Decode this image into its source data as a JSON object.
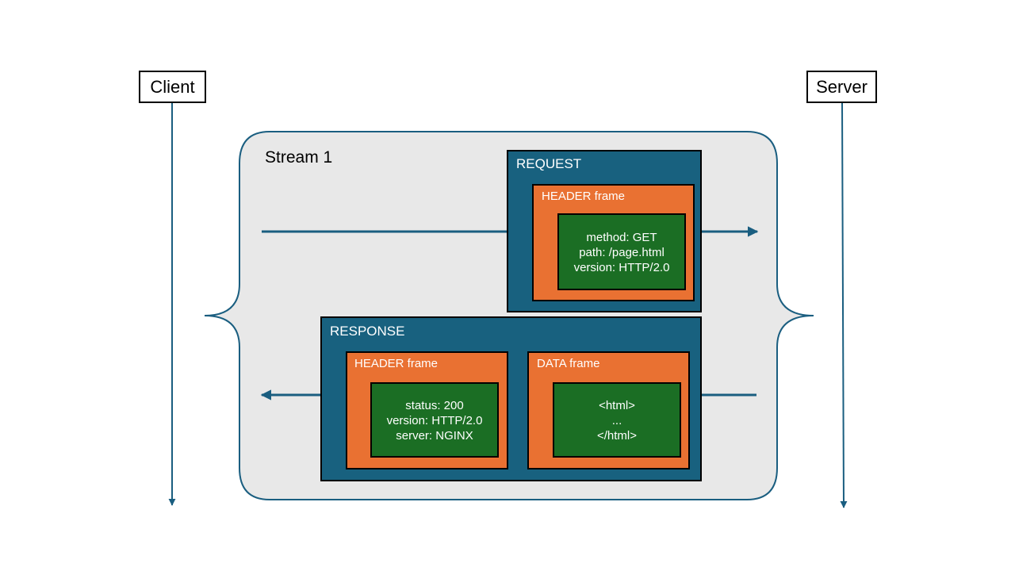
{
  "actors": {
    "client": "Client",
    "server": "Server"
  },
  "stream": {
    "label": "Stream 1"
  },
  "request": {
    "title": "REQUEST",
    "header_frame": {
      "title": "HEADER frame",
      "lines": [
        "method: GET",
        "path: /page.html",
        "version: HTTP/2.0"
      ]
    }
  },
  "response": {
    "title": "RESPONSE",
    "header_frame": {
      "title": "HEADER frame",
      "lines": [
        "status: 200",
        "version: HTTP/2.0",
        "server:  NGINX"
      ]
    },
    "data_frame": {
      "title": "DATA frame",
      "lines": [
        "<html>",
        "...",
        "</html>"
      ]
    }
  },
  "colors": {
    "container_blue": "#18617f",
    "frame_orange": "#e97132",
    "content_green": "#1b6e24",
    "stream_bg": "#e8e8e8",
    "lifeline_blue": "#1a5e80",
    "ink": "#000000"
  }
}
